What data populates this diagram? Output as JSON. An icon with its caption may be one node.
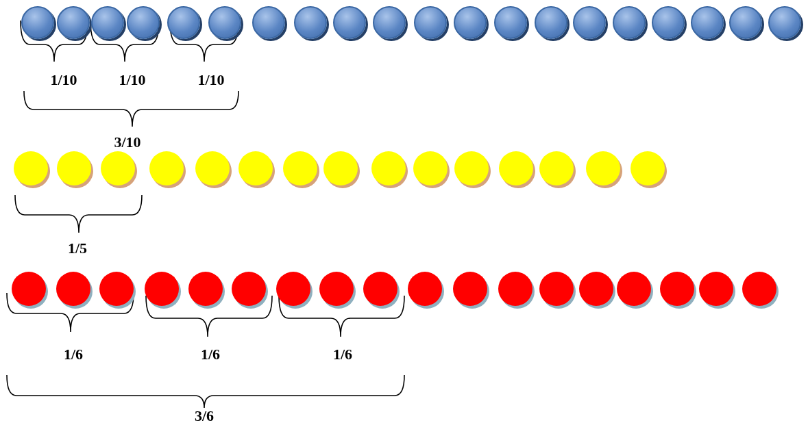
{
  "diagram": {
    "nodes": [
      {
        "text": [],
        "shape": "circle"
      },
      {
        "text": [],
        "shape": "circle"
      },
      {
        "text": [],
        "shape": "circle"
      },
      {
        "text": [],
        "shape": "circle"
      },
      {
        "text": [],
        "shape": "circle"
      },
      {
        "text": [],
        "shape": "circle"
      },
      {
        "text": [],
        "shape": "circle"
      },
      {
        "text": [],
        "shape": "circle"
      },
      {
        "text": [],
        "shape": "circle"
      },
      {
        "text": [],
        "shape": "circle"
      },
      {
        "text": [],
        "shape": "circle"
      },
      {
        "text": [],
        "shape": "circle"
      },
      {
        "text": [],
        "shape": "circle"
      },
      {
        "text": [],
        "shape": "circle"
      },
      {
        "text": [],
        "shape": "circle"
      },
      {
        "text": [],
        "shape": "circle"
      },
      {
        "text": [],
        "shape": "circle"
      },
      {
        "text": [],
        "shape": "circle"
      },
      {
        "text": [],
        "shape": "circle"
      },
      {
        "text": [],
        "shape": "circle"
      },
      {
        "text": [],
        "shape": "circle"
      },
      {
        "text": [],
        "shape": "circle"
      },
      {
        "text": [],
        "shape": "circle"
      },
      {
        "text": [],
        "shape": "circle"
      },
      {
        "text": [],
        "shape": "circle"
      },
      {
        "text": [],
        "shape": "circle"
      },
      {
        "text": [],
        "shape": "circle"
      },
      {
        "text": [],
        "shape": "circle"
      },
      {
        "text": [],
        "shape": "circle"
      },
      {
        "text": [],
        "shape": "circle"
      },
      {
        "text": [],
        "shape": "circle"
      },
      {
        "text": [],
        "shape": "circle"
      },
      {
        "text": [],
        "shape": "circle"
      },
      {
        "text": [],
        "shape": "circle"
      },
      {
        "text": [],
        "shape": "circle"
      },
      {
        "text": [],
        "shape": "circle"
      },
      {
        "text": [],
        "shape": "circle"
      },
      {
        "text": [],
        "shape": "circle"
      },
      {
        "text": [],
        "shape": "circle"
      },
      {
        "text": [],
        "shape": "circle"
      },
      {
        "text": [],
        "shape": "circle"
      },
      {
        "text": [],
        "shape": "circle"
      },
      {
        "text": [],
        "shape": "circle"
      },
      {
        "text": [],
        "shape": "circle"
      },
      {
        "text": [],
        "shape": "circle"
      },
      {
        "text": [],
        "shape": "circle"
      },
      {
        "text": [],
        "shape": "circle"
      },
      {
        "text": [],
        "shape": "circle"
      },
      {
        "text": [],
        "shape": "circle"
      },
      {
        "text": [],
        "shape": "circle"
      },
      {
        "text": [],
        "shape": "circle"
      },
      {
        "text": [],
        "shape": "circle"
      },
      {
        "text": [],
        "shape": "circle"
      }
    ],
    "labels": [
      "1/10",
      "1/10",
      "1/10",
      "3/10",
      "1/5",
      "1/6",
      "1/6",
      "1/6",
      "3/6"
    ]
  }
}
